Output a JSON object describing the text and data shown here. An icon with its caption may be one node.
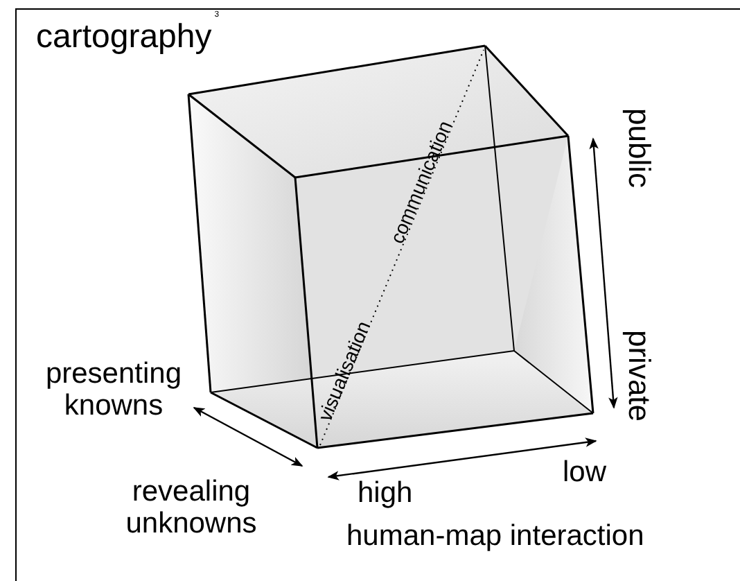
{
  "diagram": {
    "title": "cartography$^{3}$",
    "labels": [
      "communication",
      "public",
      "visualisation",
      "private",
      "presenting knowns",
      "low",
      "high",
      "revealing unknowns",
      "human-map interaction"
    ]
  }
}
